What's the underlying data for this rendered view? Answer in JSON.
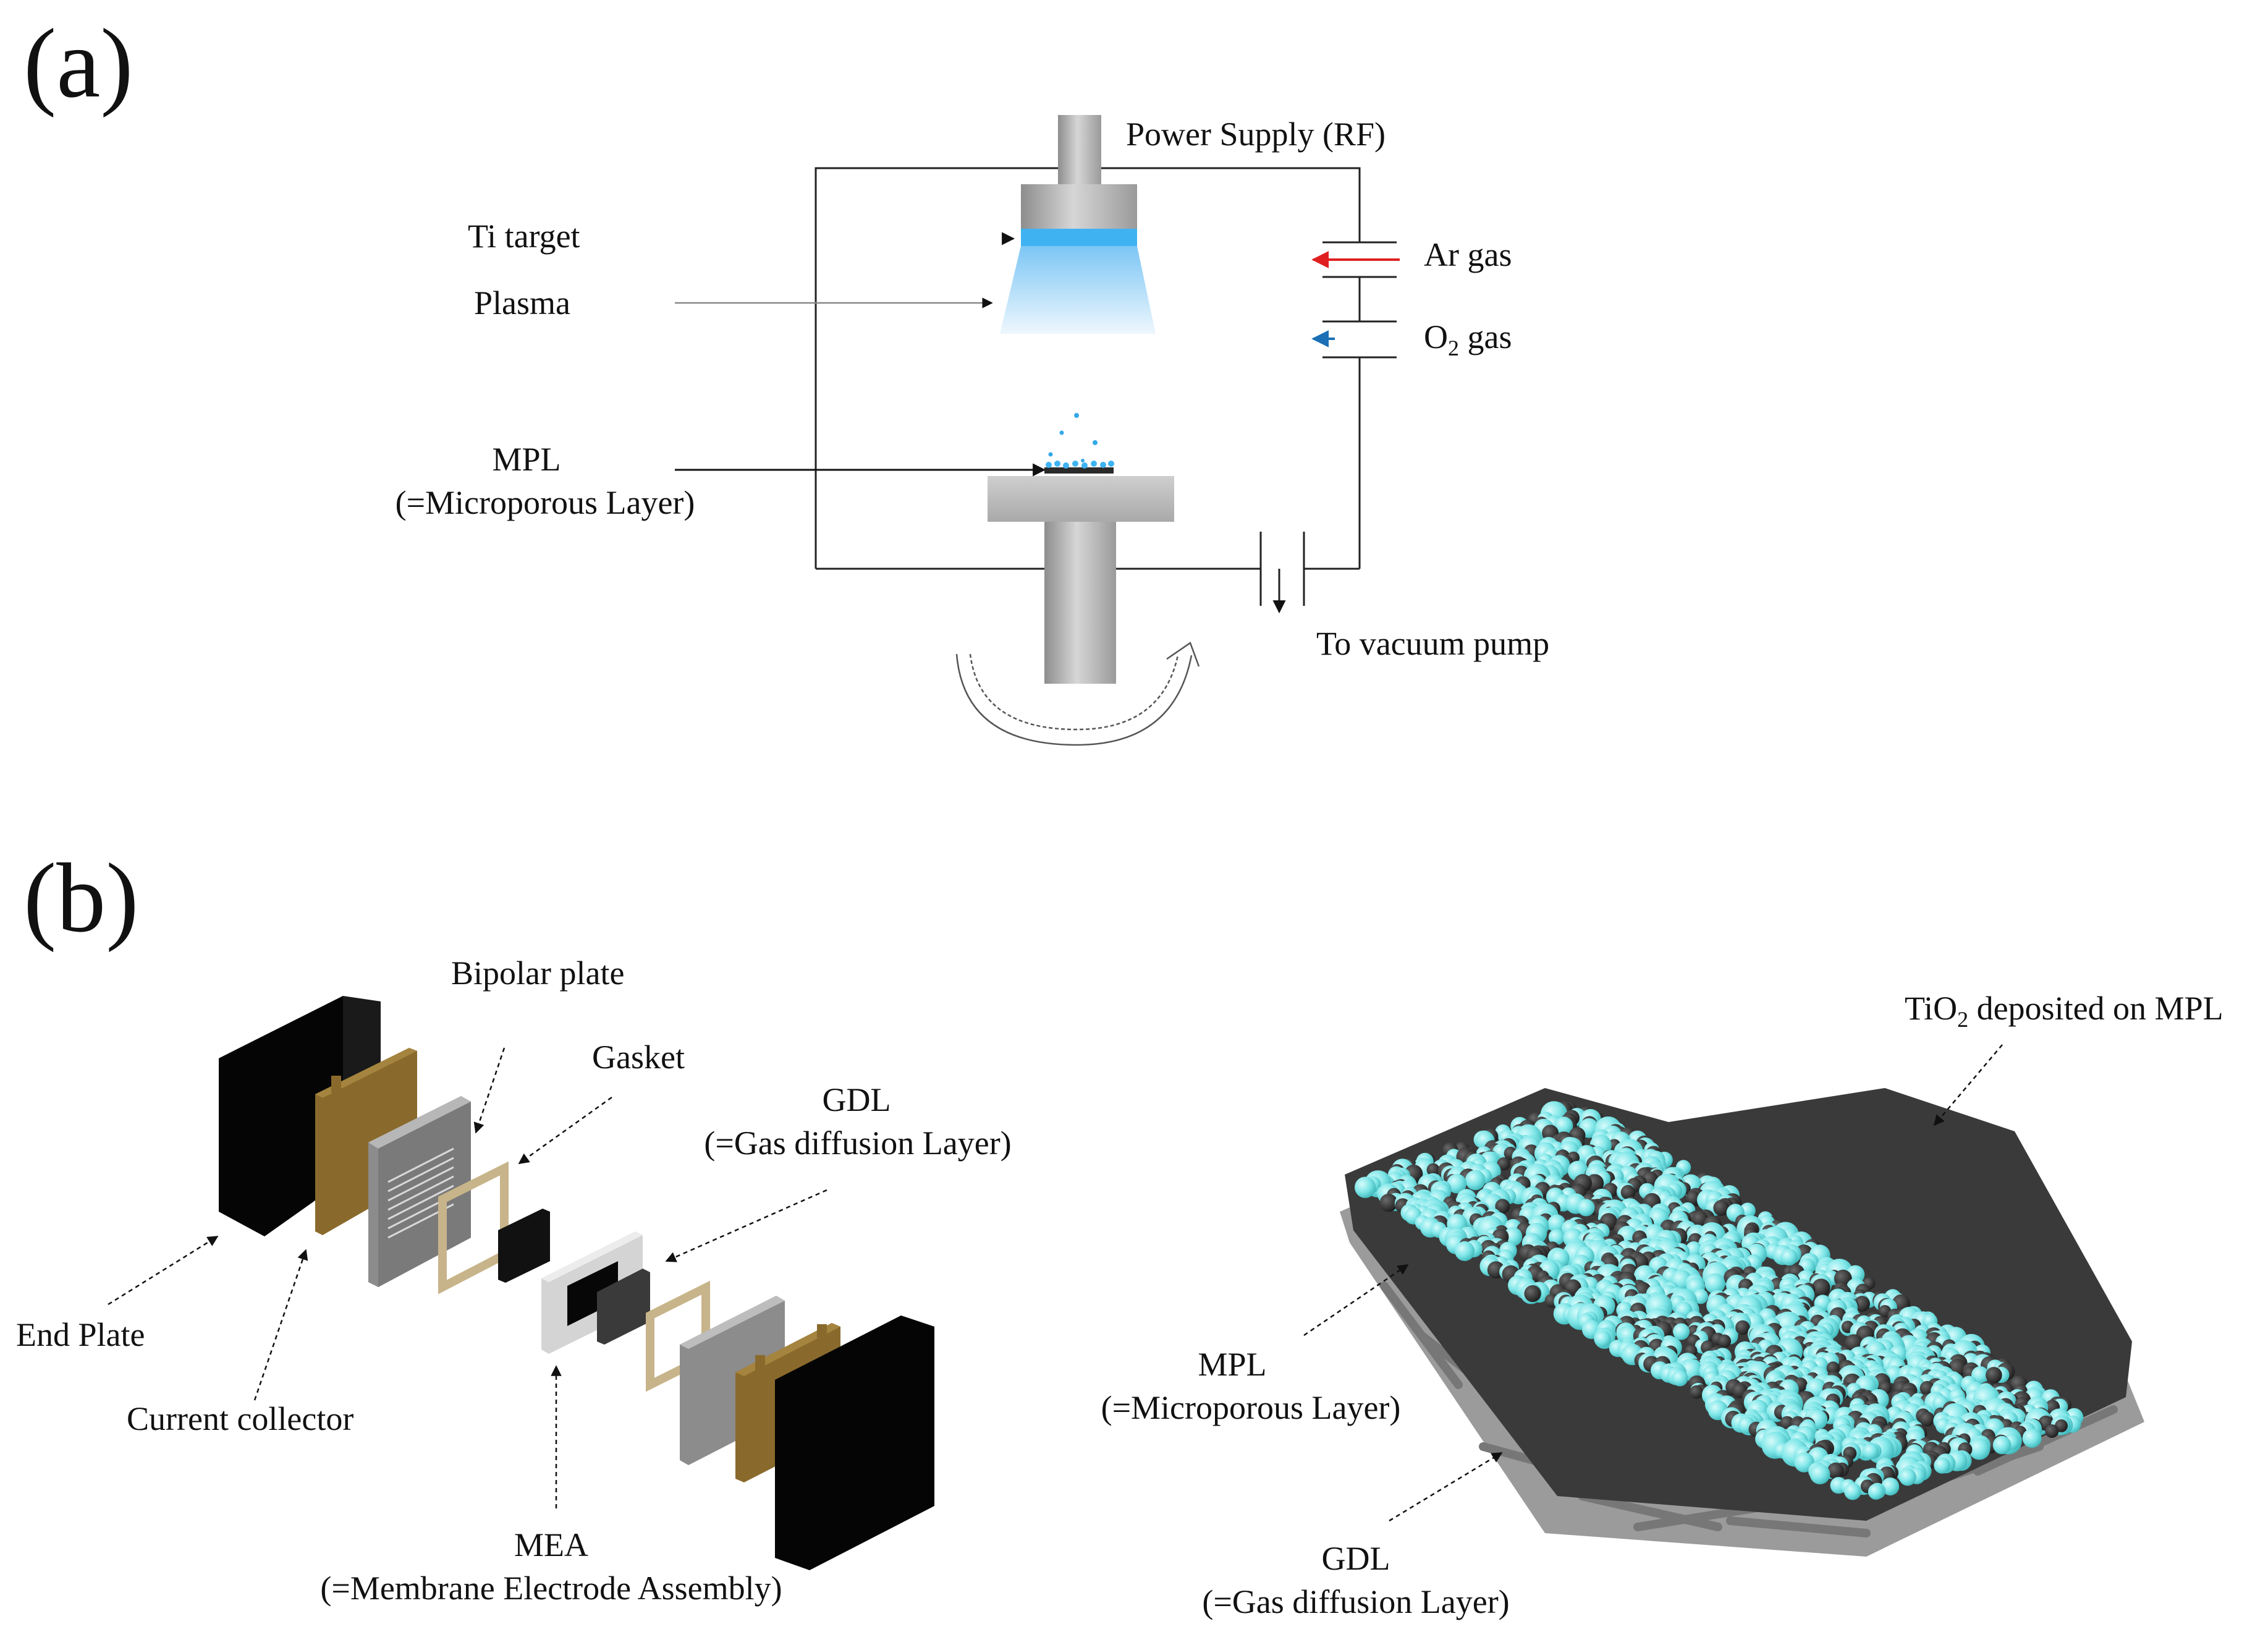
{
  "panel_a": {
    "tag": "(a)",
    "labels": {
      "power_supply": "Power Supply (RF)",
      "ti_target": "Ti target",
      "plasma": "Plasma",
      "mpl_line1": "MPL",
      "mpl_line2": "(=Microporous Layer)",
      "ar_gas": "Ar gas",
      "o2_pre": "O",
      "o2_sub": "2",
      "o2_post": " gas",
      "vacuum": "To vacuum pump"
    },
    "colors": {
      "ar_arrow": "#e02020",
      "o2_arrow": "#1a6fb5",
      "plasma": "#9fd4f5",
      "target_glow": "#3fb3f2",
      "particles": "#33a8e8"
    }
  },
  "panel_b": {
    "tag": "(b)",
    "labels": {
      "bipolar_plate": "Bipolar plate",
      "gasket": "Gasket",
      "gdl_line1": "GDL",
      "gdl_line2": "(=Gas diffusion Layer)",
      "end_plate": "End Plate",
      "current_collector": "Current collector",
      "mea_line1": "MEA",
      "mea_line2": "(=Membrane Electrode Assembly)",
      "tio2_pre": "TiO",
      "tio2_sub": "2",
      "tio2_post": " deposited on MPL",
      "mpl_line1": "MPL",
      "mpl_line2": "(=Microporous Layer)",
      "gdl2_line1": "GDL",
      "gdl2_line2": "(=Gas diffusion Layer)"
    },
    "colors": {
      "end_plate": "#050505",
      "current_collector": "#8a6a2c",
      "bipolar_plate": "#8c8c8c",
      "gasket": "#c8b48a",
      "membrane": "#111111",
      "gdl": "#d4d4d4",
      "tio2": "#7fe6e8",
      "mpl": "#3c3c3c",
      "gdl_fibers": "#8a8a8a"
    }
  }
}
